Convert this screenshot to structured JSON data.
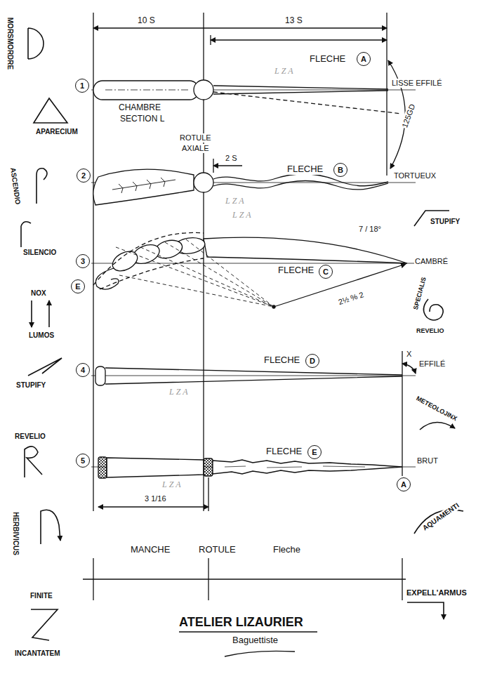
{
  "diagram": {
    "title": "ATELIER LIZAURIER",
    "nodes": [
      {
        "text": [
          "1"
        ]
      },
      {
        "text": [
          "A"
        ]
      },
      {
        "text": [
          "2"
        ]
      },
      {
        "text": [
          "B"
        ]
      },
      {
        "text": [
          "3"
        ]
      },
      {
        "text": [
          "C"
        ]
      },
      {
        "text": [
          "E"
        ]
      },
      {
        "text": [
          "4"
        ]
      },
      {
        "text": [
          "D"
        ]
      },
      {
        "text": [
          "5"
        ]
      },
      {
        "text": [
          "E"
        ]
      },
      {
        "text": [
          "A"
        ]
      }
    ],
    "labels": [
      "10 S",
      "13 S",
      "FLECHE",
      "LISSE EFFILÉ",
      "LZA",
      "CHAMBRE",
      "SECTION L",
      "125GD",
      "ROTULE",
      "AXIALE",
      "2 S",
      "FLECHE",
      "TORTUEUX",
      "LZA",
      "7 / 18°",
      "CAMBRÉ",
      "FLECHE",
      "LZA",
      "2½ % 2",
      "FLECHE",
      "X",
      "EFFILÉ",
      "LZA",
      "FLECHE",
      "BRUT",
      "LZA",
      "3 1/16",
      "MANCHE",
      "ROTULE",
      "Fleche",
      "EXPELL'ARMUS",
      "Baguettiste",
      "MORSMORDRE",
      "APARECIUM",
      "ASCENDIO",
      "SILENCIO",
      "NOX",
      "LUMOS",
      "STUPIFY",
      "REVELIO",
      "HERBIVICUS",
      "FINITE",
      "INCANTATEM",
      "STUPIFY",
      "SPECIALIS",
      "REVELIO",
      "METEOLOJINX",
      "AQUAMENTI"
    ]
  }
}
